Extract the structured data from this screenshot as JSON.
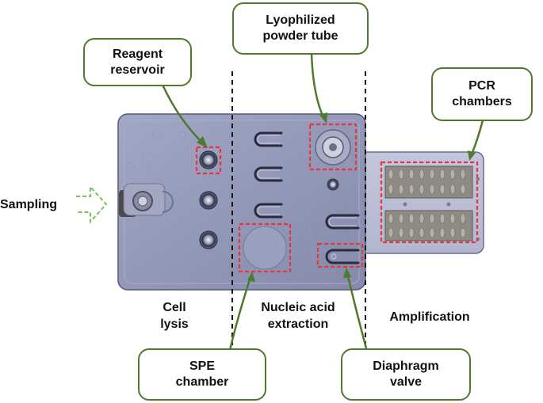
{
  "callouts": {
    "reagent_reservoir": "Reagent\nreservoir",
    "lyophilized_powder_tube": "Lyophilized\npowder tube",
    "pcr_chambers": "PCR\nchambers",
    "spe_chamber": "SPE\nchamber",
    "diaphragm_valve": "Diaphragm\nvalve"
  },
  "labels": {
    "sampling": "Sampling",
    "cell_lysis": "Cell\nlysis",
    "nucleic_acid_extraction": "Nucleic acid\nextraction",
    "amplification": "Amplification"
  },
  "colors": {
    "callout_border": "#4e7a2e",
    "highlight_box": "#e0383c",
    "sampling_arrow": "#7bbf5a",
    "chip_body": "#8e92b4"
  }
}
